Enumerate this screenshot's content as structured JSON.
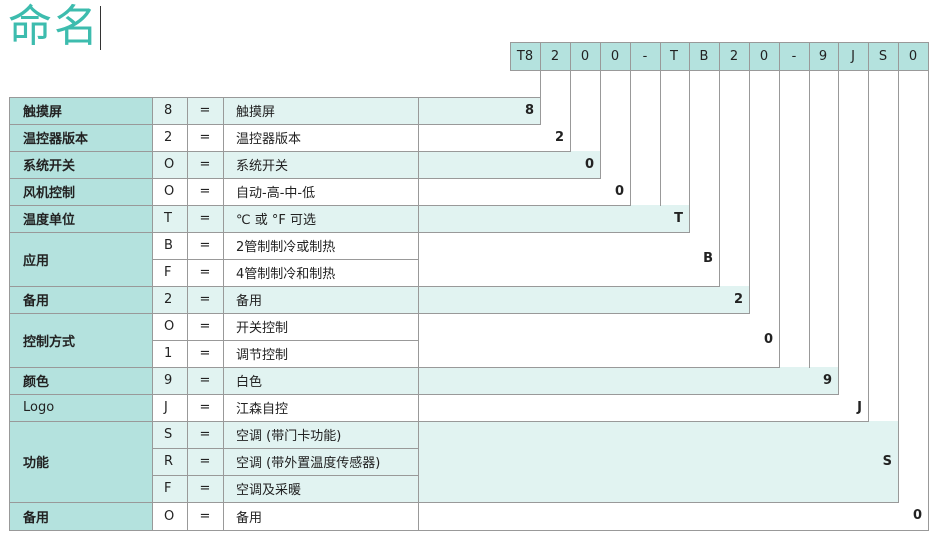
{
  "title": "命名",
  "code_chars": [
    "T8",
    "2",
    "0",
    "0",
    "-",
    "T",
    "B",
    "2",
    "0",
    "-",
    "9",
    "J",
    "S",
    "0"
  ],
  "groups": [
    {
      "category": "触摸屏",
      "bold": true,
      "options": [
        {
          "value": "8",
          "eq": "=",
          "description": "触摸屏"
        }
      ],
      "code_char": "8",
      "col": 0
    },
    {
      "category": "温控器版本",
      "bold": true,
      "options": [
        {
          "value": "2",
          "eq": "=",
          "description": "温控器版本"
        }
      ],
      "code_char": "2",
      "col": 1
    },
    {
      "category": "系统开关",
      "bold": true,
      "options": [
        {
          "value": "O",
          "eq": "=",
          "description": "系统开关"
        }
      ],
      "code_char": "0",
      "col": 2
    },
    {
      "category": "风机控制",
      "bold": true,
      "options": [
        {
          "value": "O",
          "eq": "=",
          "description": "自动-高-中-低"
        }
      ],
      "code_char": "0",
      "col": 3
    },
    {
      "category": "温度单位",
      "bold": true,
      "options": [
        {
          "value": "T",
          "eq": "=",
          "description": "℃ 或 °F 可选"
        }
      ],
      "code_char": "T",
      "col": 5
    },
    {
      "category": "应用",
      "bold": true,
      "options": [
        {
          "value": "B",
          "eq": "=",
          "description": "2管制制冷或制热"
        },
        {
          "value": "F",
          "eq": "=",
          "description": "4管制制冷和制热"
        }
      ],
      "code_char": "B",
      "col": 6
    },
    {
      "category": "备用",
      "bold": true,
      "options": [
        {
          "value": "2",
          "eq": "=",
          "description": "备用"
        }
      ],
      "code_char": "2",
      "col": 7
    },
    {
      "category": "控制方式",
      "bold": true,
      "options": [
        {
          "value": "O",
          "eq": "=",
          "description": "开关控制"
        },
        {
          "value": "1",
          "eq": "=",
          "description": "调节控制"
        }
      ],
      "code_char": "0",
      "col": 8
    },
    {
      "category": "颜色",
      "bold": true,
      "options": [
        {
          "value": "9",
          "eq": "=",
          "description": "白色"
        }
      ],
      "code_char": "9",
      "col": 10
    },
    {
      "category": "Logo",
      "bold": false,
      "options": [
        {
          "value": "J",
          "eq": "=",
          "description": "江森自控"
        }
      ],
      "code_char": "J",
      "col": 11
    },
    {
      "category": "功能",
      "bold": true,
      "options": [
        {
          "value": "S",
          "eq": "=",
          "description": "空调 (带门卡功能)"
        },
        {
          "value": "R",
          "eq": "=",
          "description": "空调 (带外置温度传感器)"
        },
        {
          "value": "F",
          "eq": "=",
          "description": "空调及采暖"
        }
      ],
      "code_char": "S",
      "col": 12
    },
    {
      "category": "备用",
      "bold": true,
      "options": [
        {
          "value": "O",
          "eq": "=",
          "description": "备用"
        }
      ],
      "code_char": "0",
      "col": 13
    }
  ],
  "colors": {
    "title": "#3dbcae",
    "teal": "#b4e2de",
    "light": "#e1f3f1",
    "line": "#999999"
  }
}
